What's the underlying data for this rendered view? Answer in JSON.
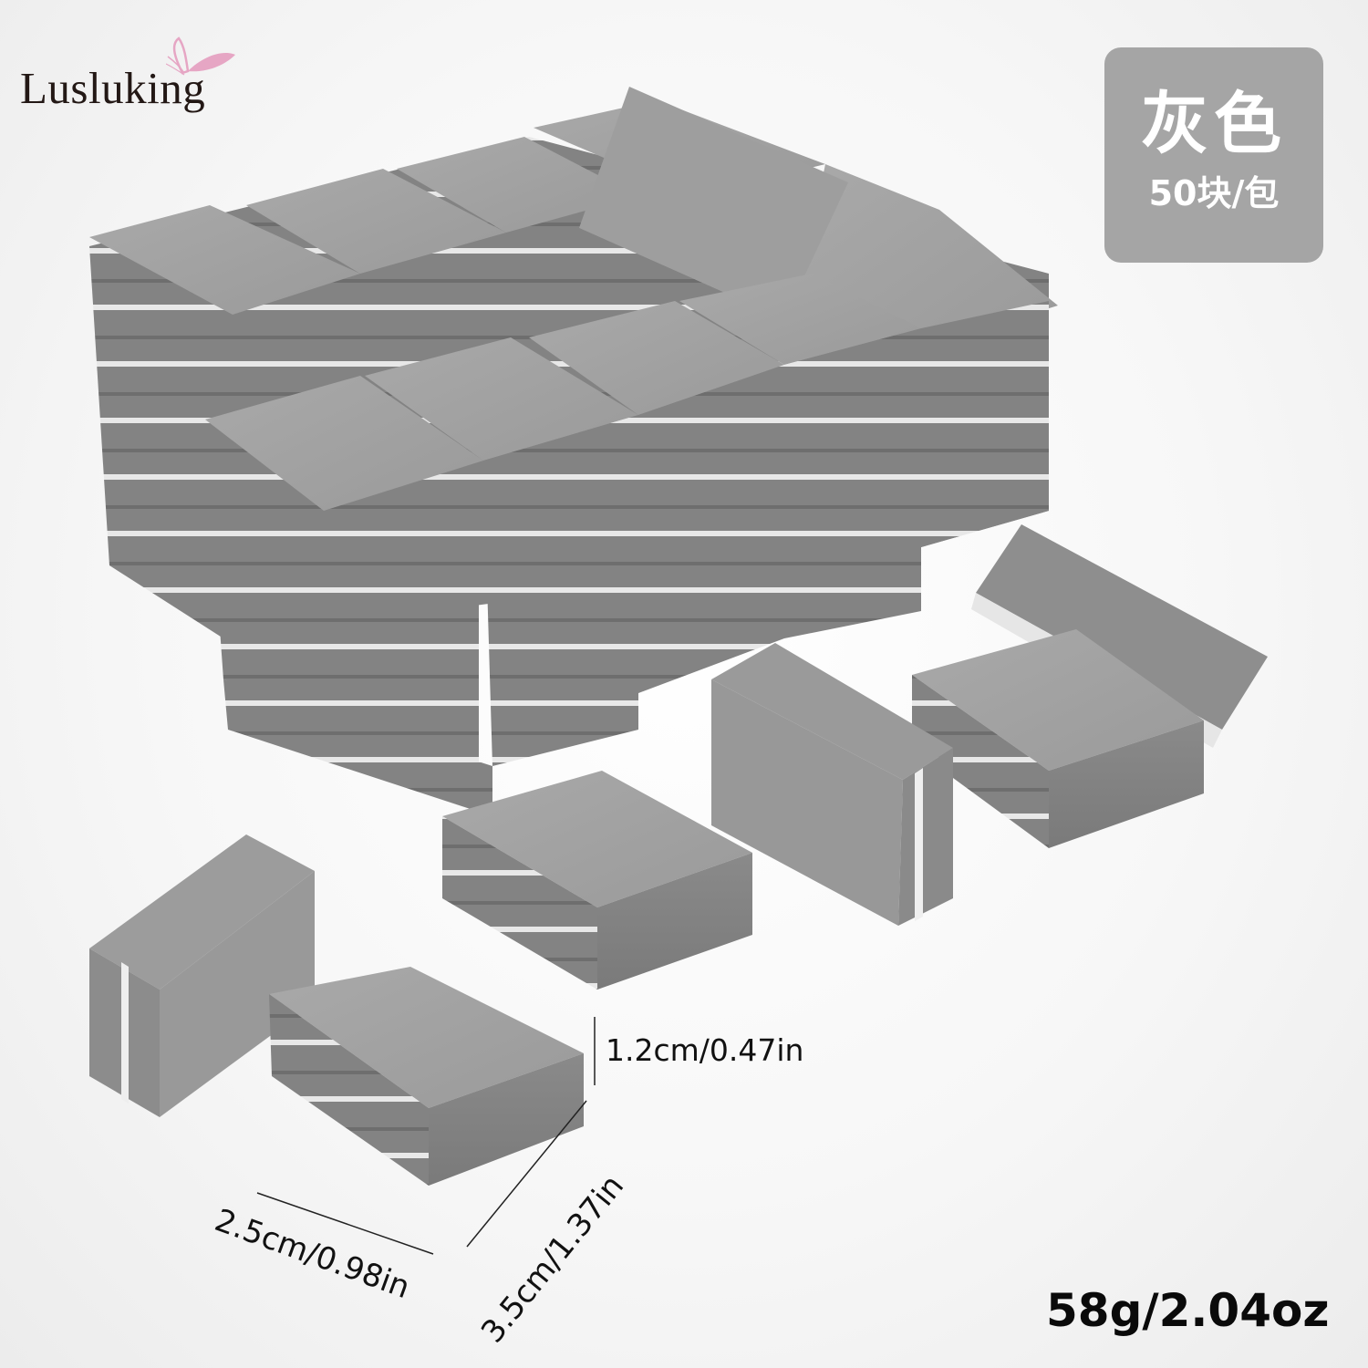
{
  "brand": {
    "name": "Lusluking",
    "icon": "butterfly-icon",
    "icon_color": "#e6a6c4",
    "text_color": "#231815"
  },
  "badge": {
    "title": "灰色",
    "subtitle": "50块/包",
    "background": "#a5a5a5",
    "text_color": "#ffffff"
  },
  "product": {
    "description": "Stack of grey double-sided mini nail buffer sponge blocks with white center stripe",
    "block_color": "#8c8c8c",
    "stripe_color": "#f2f2f2"
  },
  "dimensions": {
    "height": "1.2cm/0.47in",
    "width": "2.5cm/0.98in",
    "length": "3.5cm/1.37in"
  },
  "weight": "58g/2.04oz"
}
